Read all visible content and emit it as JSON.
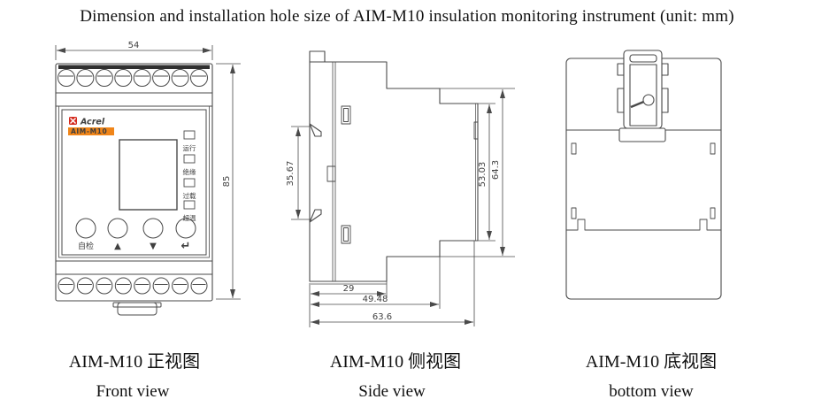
{
  "title": "Dimension and installation hole size of AIM-M10 insulation monitoring instrument (unit: mm)",
  "front_view": {
    "caption_zh": "AIM-M10 正视图",
    "caption_en": "Front view",
    "brand": "Acrel",
    "model": "AIM-M10",
    "dims": {
      "width": "54",
      "height": "85"
    },
    "indicators": [
      "运行",
      "绝缘",
      "过载",
      "超温"
    ],
    "buttons": [
      "自检",
      "▲",
      "▼",
      "↵"
    ]
  },
  "side_view": {
    "caption_zh": "AIM-M10 侧视图",
    "caption_en": "Side view",
    "dims": {
      "rail": "35.67",
      "front": "53.03",
      "overall": "64.3",
      "d1": "29",
      "d2": "49.48",
      "d3": "63.6"
    }
  },
  "bottom_view": {
    "caption_zh": "AIM-M10 底视图",
    "caption_en": "bottom view"
  },
  "colors": {
    "line": "#4a4a4a",
    "brand_red": "#d42b1e",
    "banner_orange": "#f08519"
  }
}
